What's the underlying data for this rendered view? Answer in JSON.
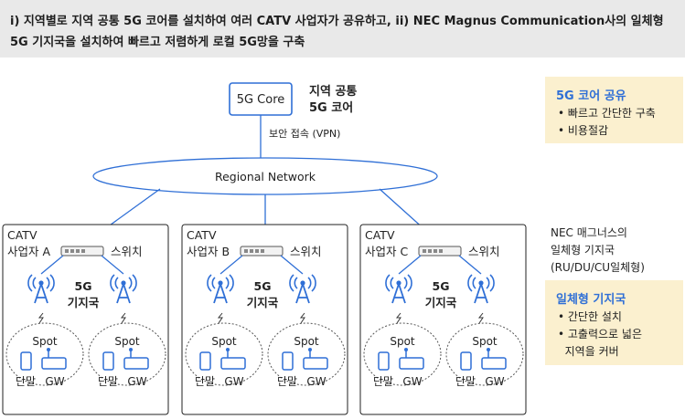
{
  "header": {
    "line1": "i) 지역별로 지역 공통 5G 코어를 설치하여 여러 CATV 사업자가 공유하고, ii) NEC Magnus Communication사의 일체형",
    "line2": "5G 기지국을 설치하여 빠르고 저렴하게 로컬 5G망을 구축"
  },
  "core": {
    "box_label": "5G Core",
    "side_label_1": "지역 공통",
    "side_label_2": "5G 코어",
    "vpn_label": "보안 접속 (VPN)"
  },
  "network": {
    "label": "Regional Network"
  },
  "operators": [
    {
      "line1": "CATV",
      "line2": "사업자 A"
    },
    {
      "line1": "CATV",
      "line2": "사업자 B"
    },
    {
      "line1": "CATV",
      "line2": "사업자 C"
    }
  ],
  "labels": {
    "switch": "스위치",
    "station_1": "5G",
    "station_2": "기지국",
    "spot": "Spot",
    "terminal": "단말",
    "gw": "GW"
  },
  "info_core": {
    "title": "5G 코어 공유",
    "bullets": [
      "• 빠르고 간단한 구축",
      "• 비용절감"
    ]
  },
  "nec_note": {
    "lines": [
      "NEC 매그너스의",
      "일체형 기지국",
      "(RU/DU/CU일체형)"
    ]
  },
  "info_station": {
    "title": "일체형 기지국",
    "bullets": [
      "• 간단한 설치",
      "• 고출력으로 넓은",
      "  지역을 커버"
    ]
  },
  "colors": {
    "accent": "#2f6fd6",
    "network_line": "#2f6fd6",
    "antenna": "#2f6fd6",
    "box_fill": "#fbf0cf",
    "header_bg": "#e9e9e9"
  }
}
